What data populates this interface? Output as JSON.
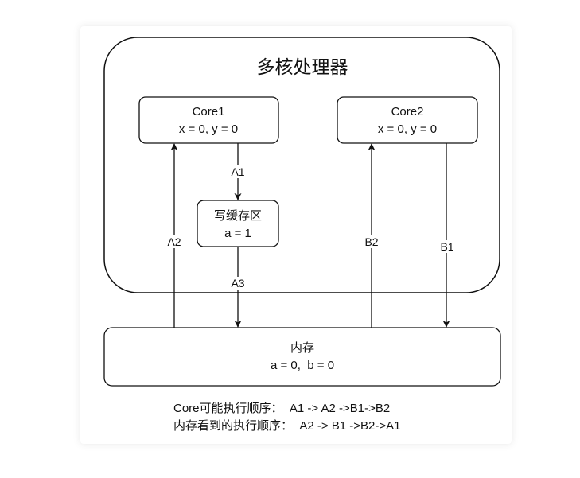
{
  "diagram": {
    "processor": {
      "title": "多核处理器"
    },
    "core1": {
      "name": "Core1",
      "state": "x = 0, y = 0"
    },
    "core2": {
      "name": "Core2",
      "state": "x = 0, y = 0"
    },
    "write_buffer": {
      "name": "写缓存区",
      "state": "a = 1"
    },
    "memory": {
      "name": "内存",
      "state": "a = 0,  b = 0"
    },
    "edges": {
      "a1": "A1",
      "a2": "A2",
      "a3": "A3",
      "b1": "B1",
      "b2": "B2"
    },
    "captions": {
      "core_order": "Core可能执行顺序：  A1 -> A2 ->B1->B2",
      "memory_order": "内存看到的执行顺序：  A2 -> B1 ->B2->A1"
    }
  }
}
